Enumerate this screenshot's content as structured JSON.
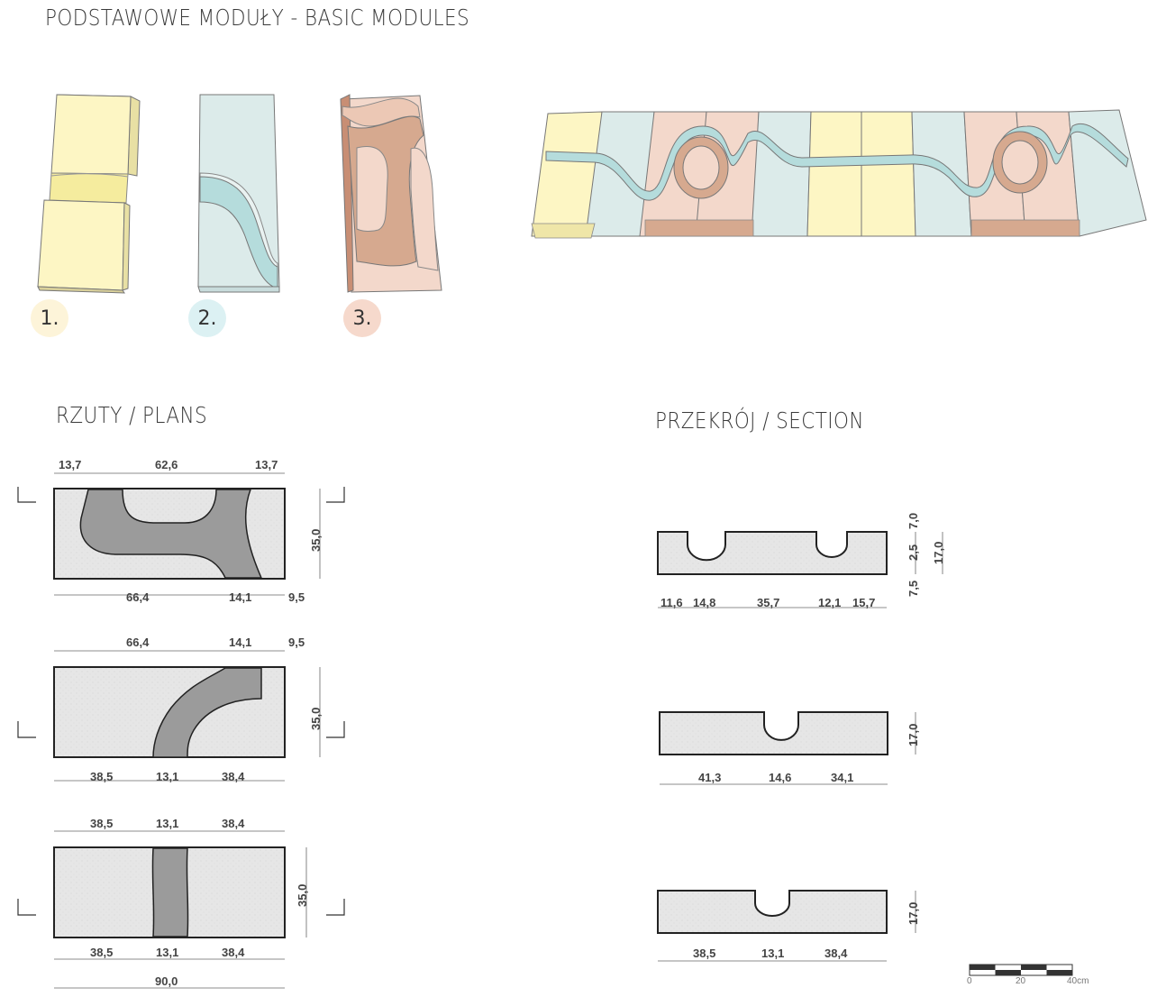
{
  "headings": {
    "basic_modules": "PODSTAWOWE MODUŁY - BASIC MODULES",
    "plans": "RZUTY / PLANS",
    "section": "PRZEKRÓJ / SECTION"
  },
  "modules": [
    {
      "label": "1.",
      "color": "#fdf6c4",
      "badge_color": "#fdf4d9"
    },
    {
      "label": "2.",
      "color": "#dcebea",
      "badge_color": "#dcf1f3"
    },
    {
      "label": "3.",
      "color": "#f3d8cb",
      "badge_color": "#f6d9cc"
    }
  ],
  "colors": {
    "channel_blue": "#b5dcdc",
    "channel_brown": "#d6a98f",
    "plan_fill": "#e4e4e4",
    "plan_channel": "#9b9b9b"
  },
  "plans": {
    "plan1": {
      "top": [
        "13,7",
        "62,6",
        "13,7"
      ],
      "bottom": [
        "66,4",
        "14,1",
        "9,5"
      ],
      "side": "35,0"
    },
    "plan2": {
      "top": [
        "66,4",
        "14,1",
        "9,5"
      ],
      "bottom": [
        "38,5",
        "13,1",
        "38,4"
      ],
      "side": "35,0"
    },
    "plan3": {
      "top": [
        "38,5",
        "13,1",
        "38,4"
      ],
      "bottom": [
        "38,5",
        "13,1",
        "38,4"
      ],
      "total": "90,0",
      "side": "35,0"
    }
  },
  "sections": {
    "section1": {
      "bottom": [
        "11,6",
        "14,8",
        "35,7",
        "12,1",
        "15,7"
      ],
      "side_a": [
        "7,0",
        "2,5",
        "7,5"
      ],
      "side_b": "17,0"
    },
    "section2": {
      "bottom": [
        "41,3",
        "14,6",
        "34,1"
      ],
      "side": "17,0"
    },
    "section3": {
      "bottom": [
        "38,5",
        "13,1",
        "38,4"
      ],
      "side": "17,0"
    }
  },
  "scale_bar": {
    "labels": [
      "0",
      "20",
      "40cm"
    ]
  }
}
